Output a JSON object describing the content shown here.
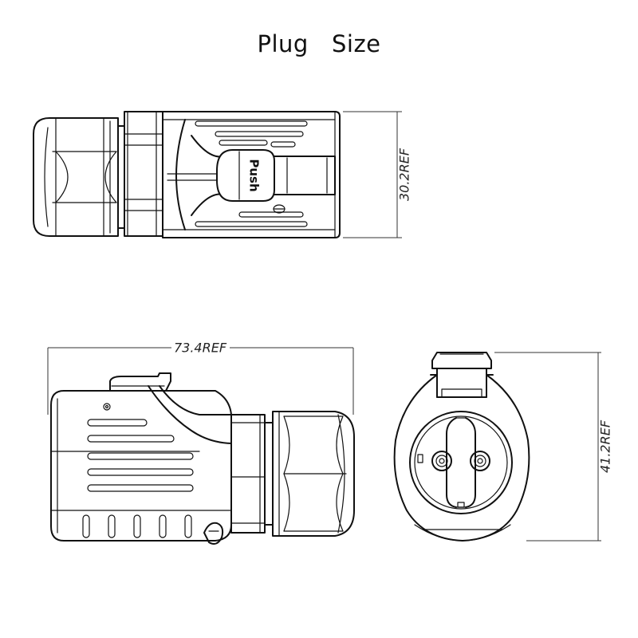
{
  "title": "Plug   Size",
  "labels": {
    "push": "Push",
    "dim_height_top": "30.2REF",
    "dim_length": "73.4REF",
    "dim_height_end": "41.2REF"
  },
  "views": [
    "top-view",
    "side-view",
    "end-view"
  ],
  "colors": {
    "line": "#111111",
    "background": "#ffffff"
  }
}
